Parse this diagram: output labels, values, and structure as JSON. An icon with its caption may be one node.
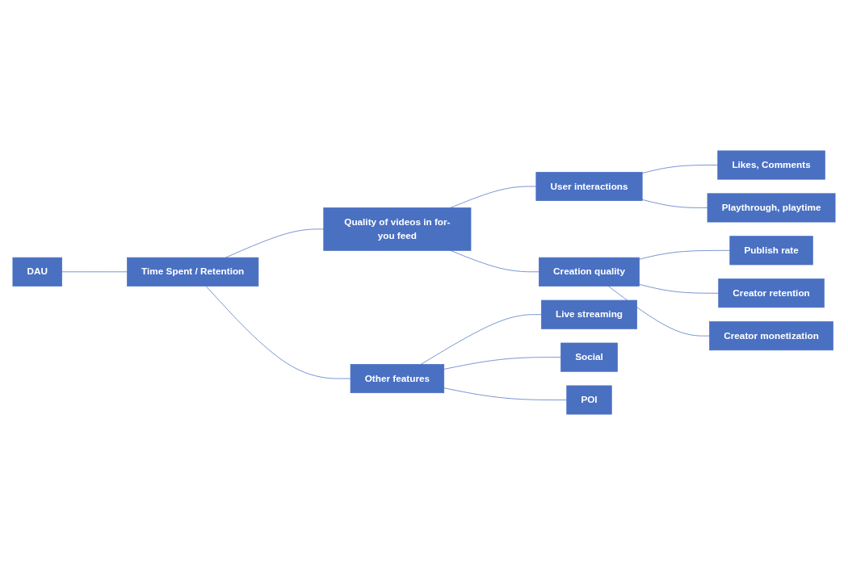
{
  "diagram": {
    "nodes": [
      {
        "text": [
          "DAU"
        ]
      },
      {
        "text": [
          "Time Spent / Retention"
        ]
      },
      {
        "text": [
          "Quality of videos in for-you feed"
        ]
      },
      {
        "text": [
          "Other features"
        ]
      },
      {
        "text": [
          "User interactions"
        ]
      },
      {
        "text": [
          "Creation quality"
        ]
      },
      {
        "text": [
          "Live streaming"
        ]
      },
      {
        "text": [
          "Social"
        ]
      },
      {
        "text": [
          "POI"
        ]
      },
      {
        "text": [
          "Likes, Comments"
        ]
      },
      {
        "text": [
          "Playthrough, playtime"
        ]
      },
      {
        "text": [
          "Publish rate"
        ]
      },
      {
        "text": [
          "Creator retention"
        ]
      },
      {
        "text": [
          "Creator monetization"
        ]
      }
    ],
    "edges": [
      {
        "from": 0,
        "to": 1,
        "arrow": "none"
      },
      {
        "from": 1,
        "to": 2,
        "arrow": "none"
      },
      {
        "from": 1,
        "to": 3,
        "arrow": "none"
      },
      {
        "from": 2,
        "to": 4,
        "arrow": "none"
      },
      {
        "from": 2,
        "to": 5,
        "arrow": "none"
      },
      {
        "from": 3,
        "to": 6,
        "arrow": "none"
      },
      {
        "from": 3,
        "to": 7,
        "arrow": "none"
      },
      {
        "from": 3,
        "to": 8,
        "arrow": "none"
      },
      {
        "from": 4,
        "to": 9,
        "arrow": "none"
      },
      {
        "from": 4,
        "to": 10,
        "arrow": "none"
      },
      {
        "from": 5,
        "to": 11,
        "arrow": "none"
      },
      {
        "from": 5,
        "to": 12,
        "arrow": "none"
      },
      {
        "from": 5,
        "to": 13,
        "arrow": "none"
      }
    ]
  }
}
